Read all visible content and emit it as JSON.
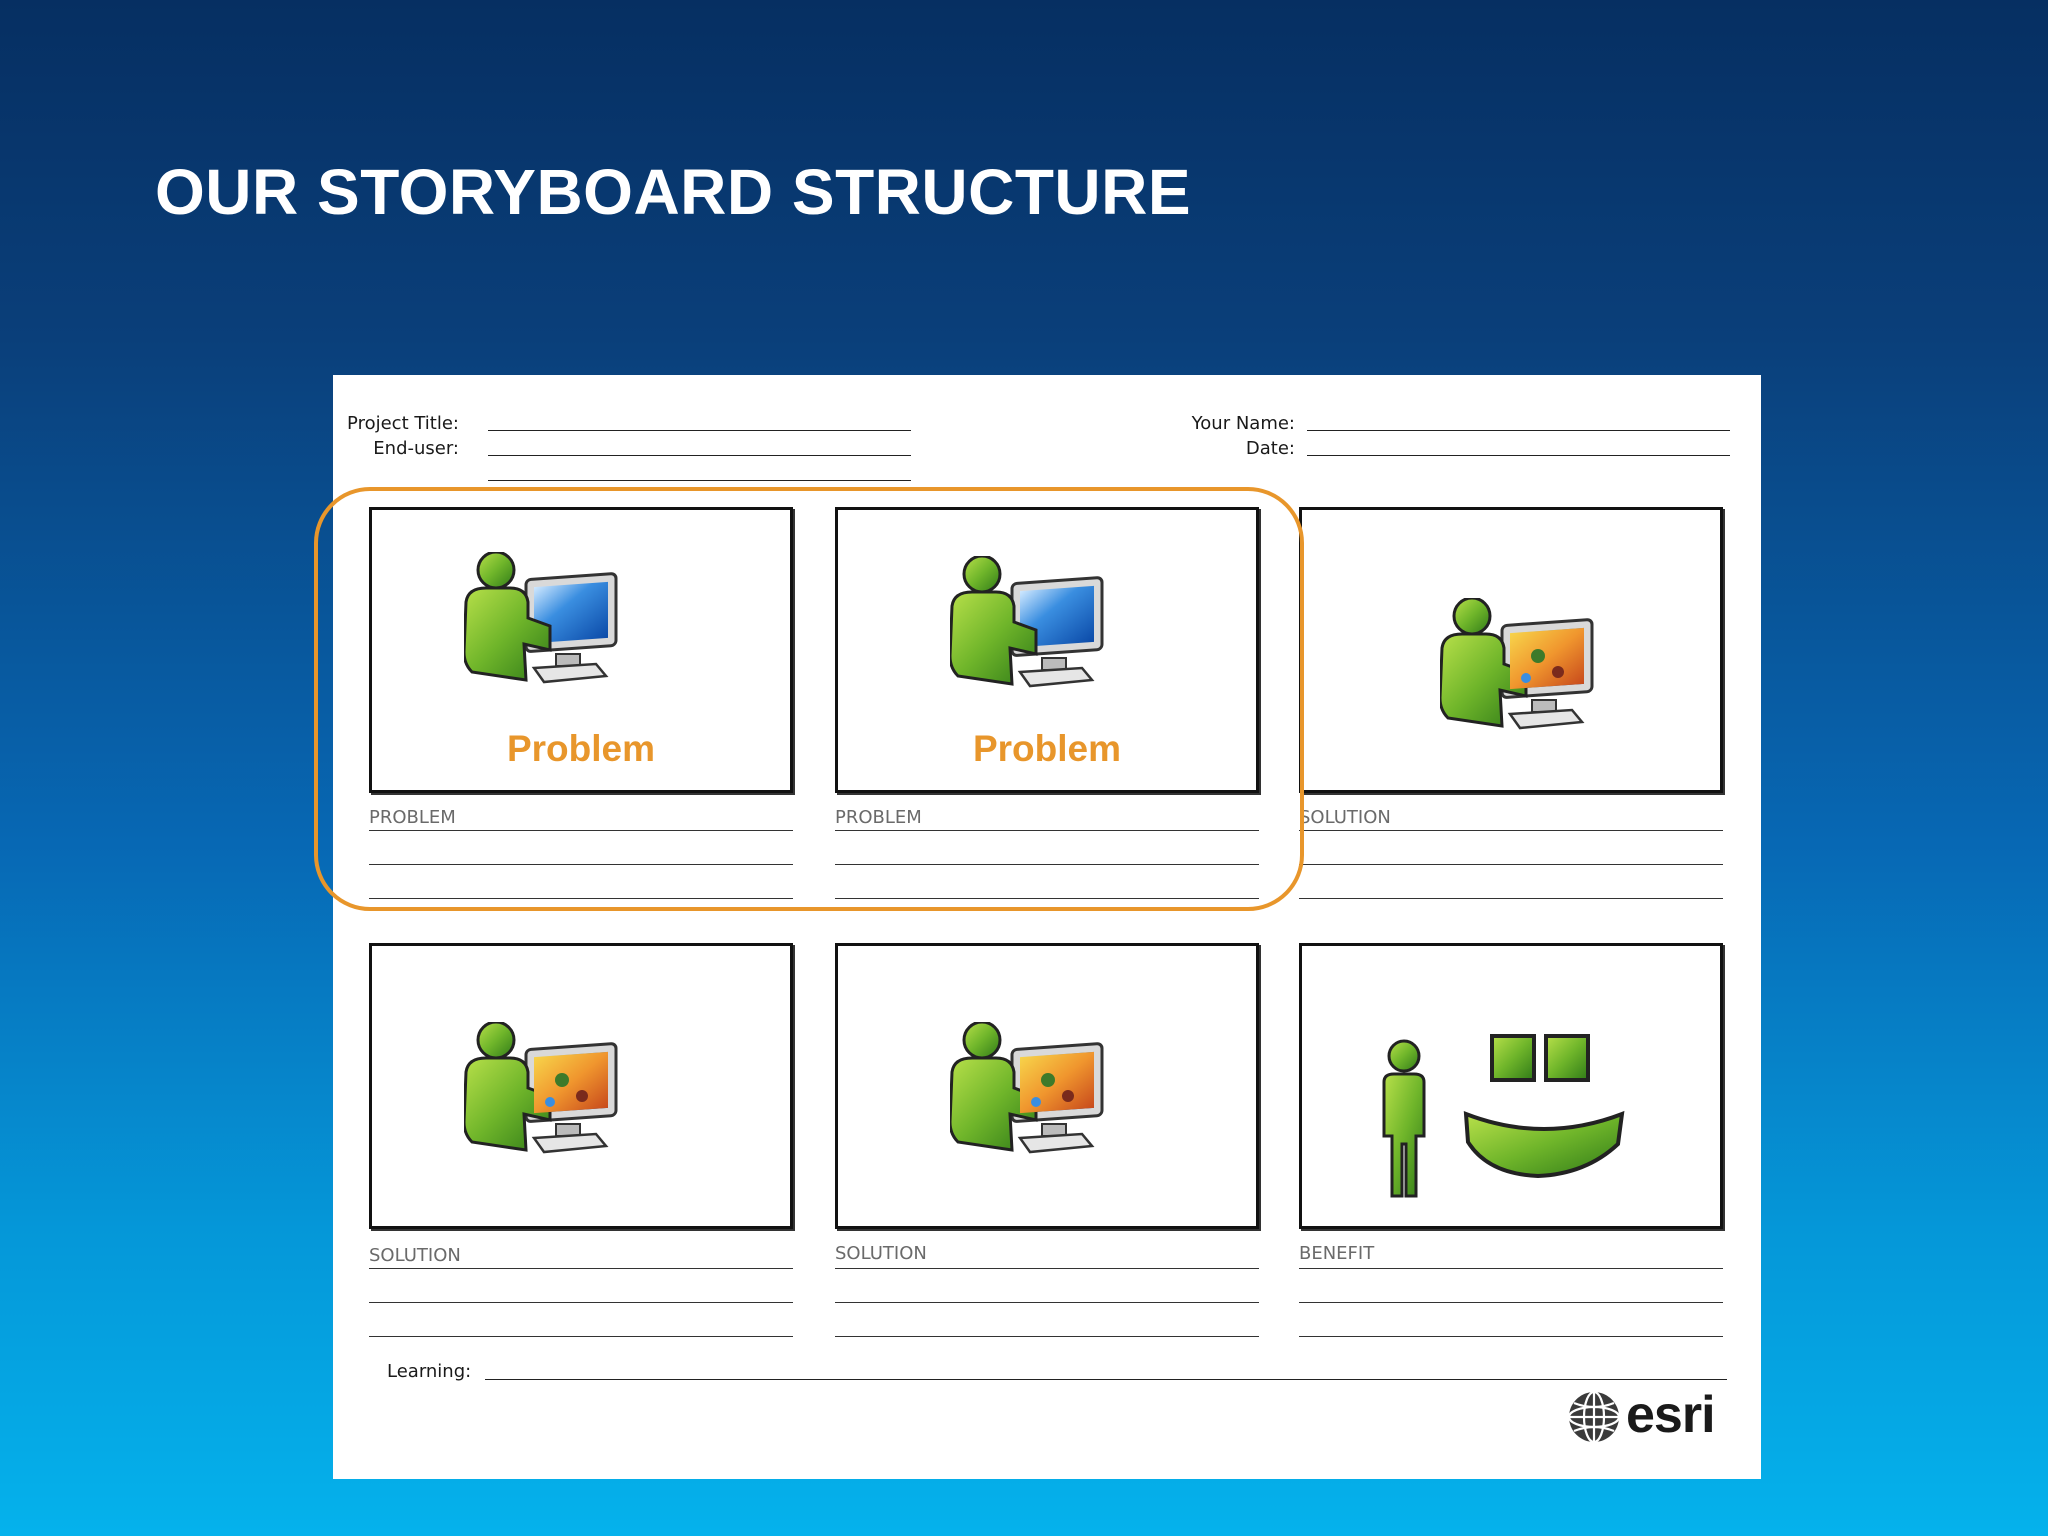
{
  "slide": {
    "title": "OUR STORYBOARD STRUCTURE"
  },
  "form": {
    "project_title_label": "Project Title:",
    "end_user_label": "End-user:",
    "your_name_label": "Your Name:",
    "date_label": "Date:",
    "learning_label": "Learning:"
  },
  "panels": [
    {
      "caption": "Problem",
      "section_label": "PROBLEM",
      "figure": "person-at-blank-computer-icon"
    },
    {
      "caption": "Problem",
      "section_label": "PROBLEM",
      "figure": "person-at-blank-computer-icon"
    },
    {
      "caption": "",
      "section_label": "SOLUTION",
      "figure": "person-at-map-computer-icon"
    },
    {
      "caption": "",
      "section_label": "SOLUTION",
      "figure": "person-at-map-computer-icon"
    },
    {
      "caption": "",
      "section_label": "SOLUTION",
      "figure": "person-at-map-computer-icon"
    },
    {
      "caption": "",
      "section_label": "BENEFIT",
      "figure": "person-with-smiley-icon"
    }
  ],
  "brand": {
    "logo_text": "esri"
  },
  "colors": {
    "highlight": "#e8962b",
    "figure_green": "#7cba2c",
    "background_top": "#062f62",
    "background_bottom": "#05b2ec"
  }
}
